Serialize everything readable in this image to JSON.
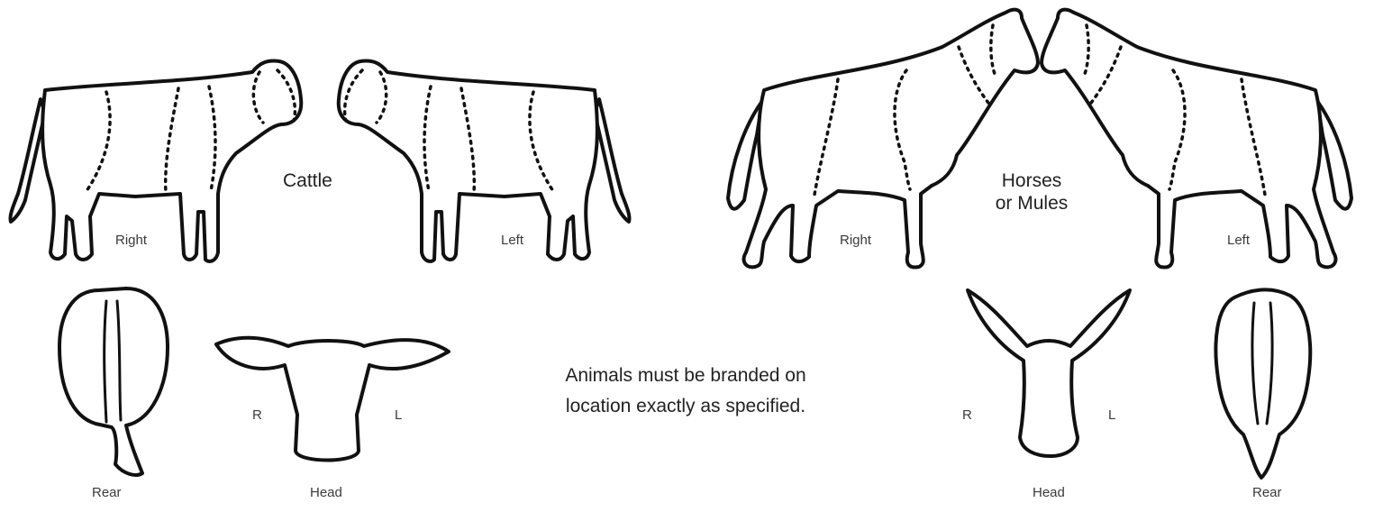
{
  "cattle": {
    "title": "Cattle",
    "right_label": "Right",
    "left_label": "Left",
    "rear_label": "Rear",
    "head_label": "Head",
    "head_r": "R",
    "head_l": "L"
  },
  "horses": {
    "title_line1": "Horses",
    "title_line2": "or Mules",
    "right_label": "Right",
    "left_label": "Left",
    "rear_label": "Rear",
    "head_label": "Head",
    "head_r": "R",
    "head_l": "L"
  },
  "note": {
    "line1": "Animals must be branded on",
    "line2": "location exactly as specified."
  }
}
